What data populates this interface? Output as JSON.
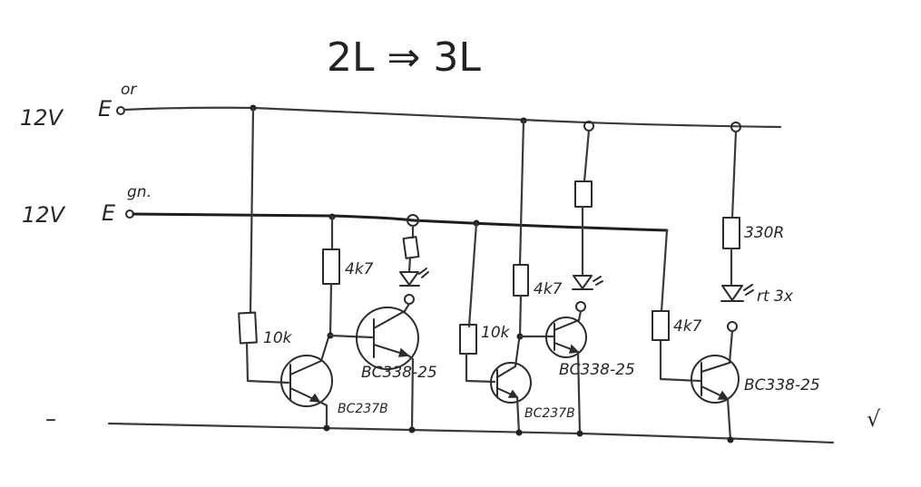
{
  "title": "2L ⇒ 3L",
  "rails": {
    "rail_orange_voltage": "12V",
    "rail_orange_terminal": "E",
    "rail_orange_tag": "or",
    "rail_green_voltage": "12V",
    "rail_green_terminal": "E",
    "rail_green_tag": "gn.",
    "ground_symbol": "–"
  },
  "resistors": {
    "r1": "10k",
    "r2": "4k7",
    "r3": "10k",
    "r4": "4k7",
    "r5": "4k7",
    "r6": "330R"
  },
  "transistors": {
    "q1": "BC237B",
    "q2": "BC338-25",
    "q3": "BC237B",
    "q4": "BC338-25",
    "q5": "BC338-25"
  },
  "leds": {
    "led_output_note": "rt 3x"
  },
  "check_mark": "√"
}
